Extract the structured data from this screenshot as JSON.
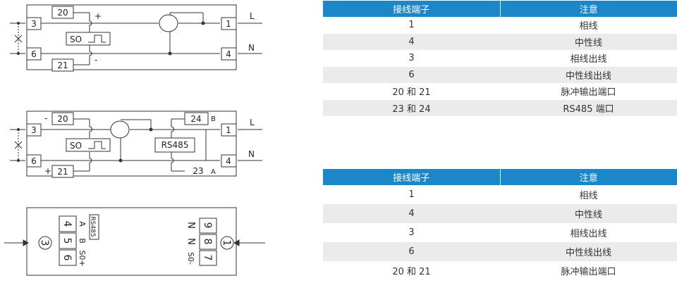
{
  "diagram1": {
    "terminals": {
      "t20": "20",
      "t3": "3",
      "t6": "6",
      "t21": "21",
      "t1": "1",
      "t4": "4"
    },
    "so_label": "SO",
    "plus": "+",
    "minus": "-",
    "line_L": "L",
    "line_N": "N"
  },
  "diagram2": {
    "terminals": {
      "t20": "20",
      "t3": "3",
      "t6": "6",
      "t21": "21",
      "t24": "24",
      "t23": "23",
      "t1": "1",
      "t4": "4"
    },
    "so_label": "SO",
    "rs485_label": "RS485",
    "minus": "-",
    "plus": "+",
    "b_label": "B",
    "a_label": "A",
    "line_L": "L",
    "line_N": "N"
  },
  "diagram3": {
    "left_circle": "3",
    "right_circle": "1",
    "left_terminals": [
      "4",
      "5",
      "6"
    ],
    "right_terminals": [
      "9",
      "8",
      "7"
    ],
    "rs485_label": "RS485",
    "a_label": "A",
    "b_label": "B",
    "so_plus": "S0+",
    "n1": "N",
    "n2": "N",
    "so_minus": "S0-"
  },
  "table1": {
    "headers": [
      "接线端子",
      "注意"
    ],
    "rows": [
      [
        "1",
        "相线"
      ],
      [
        "4",
        "中性线"
      ],
      [
        "3",
        "相线出线"
      ],
      [
        "6",
        "中性线出线"
      ],
      [
        "20 和 21",
        "脉冲输出端口"
      ],
      [
        "23 和 24",
        "RS485 端口"
      ]
    ]
  },
  "table2": {
    "headers": [
      "接线端子",
      "注意"
    ],
    "rows": [
      [
        "1",
        "相线"
      ],
      [
        "4",
        "中性线"
      ],
      [
        "3",
        "相线出线"
      ],
      [
        "6",
        "中性线出线"
      ],
      [
        "20 和 21",
        "脉冲输出端口"
      ]
    ]
  }
}
